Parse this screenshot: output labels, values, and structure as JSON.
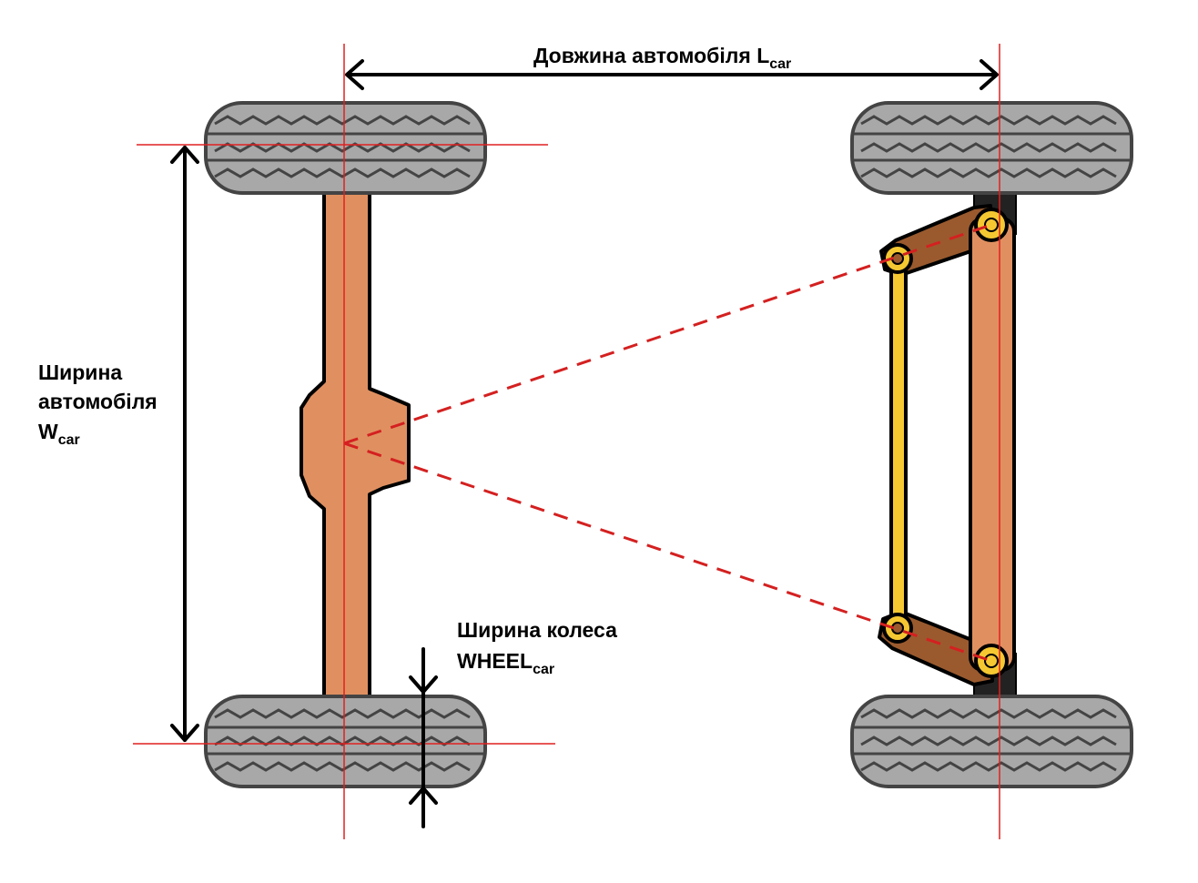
{
  "labels": {
    "length": {
      "text": "Довжина автомобіля  ",
      "symbol": "L",
      "sub": "car"
    },
    "width": {
      "line1": "Ширина",
      "line2": "автомобіля",
      "symbol": "W",
      "sub": "car"
    },
    "wheel": {
      "line1": "Ширина колеса",
      "symbol": "WHEEL",
      "sub": "car"
    }
  },
  "colors": {
    "axle": "#e09060",
    "steering_arm": "#9a5a2e",
    "tie_rod": "#f5c832",
    "tire": "#a8a8a8",
    "tread": "#444444",
    "outline": "#000000",
    "guide_line": "#e02020",
    "ackermann_line": "#d42020",
    "dimension": "#000000"
  },
  "elements": {
    "axles": [
      "rear-axle",
      "front-axle"
    ],
    "wheels": [
      "rear-left-wheel",
      "rear-right-wheel",
      "front-left-wheel",
      "front-right-wheel"
    ],
    "linkage": [
      "tie-rod",
      "steering-arm-top",
      "steering-arm-bottom"
    ],
    "dimensions": [
      "car-length",
      "car-width",
      "wheel-width"
    ]
  }
}
